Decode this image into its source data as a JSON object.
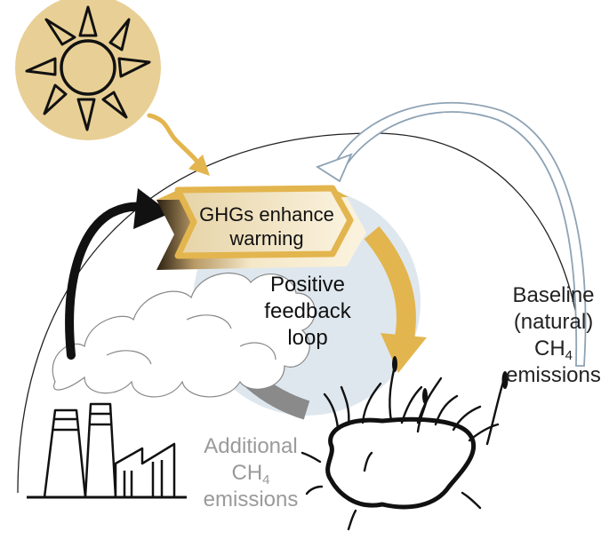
{
  "banner": {
    "line1": "GHGs enhance",
    "line2": "warming"
  },
  "loop": {
    "line1": "Positive",
    "line2": "feedback",
    "line3": "loop"
  },
  "baseline": {
    "line1": "Baseline",
    "line2_pre": "(natural) CH",
    "line2_sub": "4",
    "line3": "emissions"
  },
  "additional": {
    "line1": "Additional",
    "line2_pre": "CH",
    "line2_sub": "4",
    "line3": "emissions"
  },
  "colors": {
    "sun": "#e8cf95",
    "loop_circle": "#dfe7ee",
    "feedback_arrow": "#e3b54e",
    "additional_arrow": "#8a8a8a",
    "banner_light": "#f5e8c8",
    "banner_dark": "#2a1f10",
    "ink": "#111111"
  }
}
